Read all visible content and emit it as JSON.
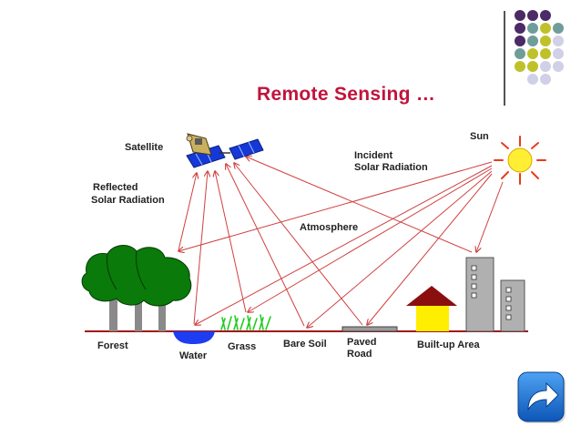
{
  "title": "Remote Sensing …",
  "labels": {
    "satellite": "Satellite",
    "sun": "Sun",
    "incident": "Incident",
    "incident2": "Solar Radiation",
    "reflected": "Reflected",
    "reflected2": "Solar Radiation",
    "atmosphere": "Atmosphere",
    "forest": "Forest",
    "water": "Water",
    "grass": "Grass",
    "bare_soil": "Bare Soil",
    "paved": "Paved",
    "paved2": "Road",
    "builtup": "Built-up Area"
  },
  "colors": {
    "title": "#c0143c",
    "ray": "#d04040",
    "sun": "#ffee33",
    "sun_rays": "#e83a1e",
    "tree": "#0a7a0a",
    "trunk": "#8a8a8a",
    "water": "#1e3cf0",
    "grass": "#22cc22",
    "house_roof": "#8b0f0f",
    "house_wall": "#ffee00",
    "building": "#b0b0b0",
    "dot_purple": "#4b2a67",
    "dot_teal": "#6f9e9a",
    "dot_olive": "#bfc12a",
    "dot_lilac": "#d0d0e6",
    "arrow_icon": "#1673d6"
  },
  "icons": [
    "satellite-icon",
    "sun-icon",
    "next-arrow-icon"
  ]
}
